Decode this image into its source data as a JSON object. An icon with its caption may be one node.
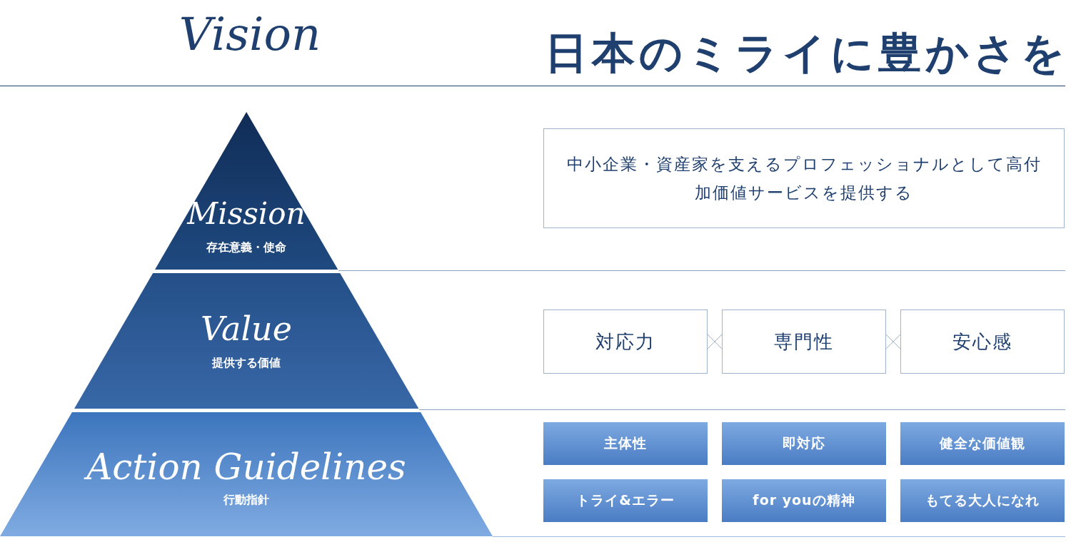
{
  "diagram": {
    "title": "日本のミライに豊かさを",
    "labels": [
      "Vision"
    ],
    "nodes": [
      {
        "text": [
          "Mission",
          "存在意義・使命"
        ]
      },
      {
        "text": [
          "Value",
          "提供する価値"
        ]
      },
      {
        "text": [
          "Action Guidelines",
          "行動指針"
        ]
      },
      {
        "text": [
          "中小企業・資産家を支えるプロフェッショナルとして高付加価値サービスを提供する"
        ]
      },
      {
        "text": [
          "対応力"
        ]
      },
      {
        "text": [
          "専門性"
        ]
      },
      {
        "text": [
          "安心感"
        ]
      },
      {
        "text": [
          "主体性"
        ]
      },
      {
        "text": [
          "即対応"
        ]
      },
      {
        "text": [
          "健全な価値観"
        ]
      },
      {
        "text": [
          "トライ&エラー"
        ]
      },
      {
        "text": [
          "for youの精神"
        ]
      },
      {
        "text": [
          "もてる大人になれ"
        ]
      }
    ]
  }
}
